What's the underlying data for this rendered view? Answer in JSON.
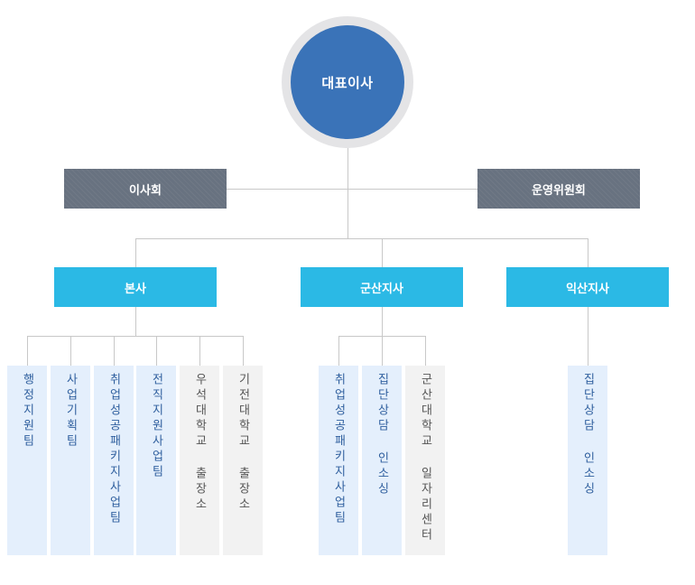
{
  "colors": {
    "ceo": "#3a73b8",
    "board": "#687280",
    "branch": "#2bb9e5",
    "team_blue_bg": "#e4effc",
    "team_gray_bg": "#f2f2f2",
    "connector": "#c8c8c8"
  },
  "ceo": "대표이사",
  "boards": {
    "left": "이사회",
    "right": "운영위원회"
  },
  "branches": {
    "headquarters": {
      "label": "본사",
      "teams": [
        {
          "label": "행정지원팀",
          "style": "blue"
        },
        {
          "label": "사업기획팀",
          "style": "blue"
        },
        {
          "label": "취업성공패키지사업팀",
          "style": "blue"
        },
        {
          "label": "전직지원사업팀",
          "style": "blue"
        },
        {
          "label": "우석대학교 출장소",
          "style": "gray"
        },
        {
          "label": "기전대학교 출장소",
          "style": "gray"
        }
      ]
    },
    "gunsan": {
      "label": "군산지사",
      "teams": [
        {
          "label": "취업성공패키지사업팀",
          "style": "blue"
        },
        {
          "label": "집단상담 인소싱",
          "style": "blue"
        },
        {
          "label": "군산대학교 일자리센터",
          "style": "gray"
        }
      ]
    },
    "iksan": {
      "label": "익산지사",
      "teams": [
        {
          "label": "집단상담 인소싱",
          "style": "blue"
        }
      ]
    }
  }
}
